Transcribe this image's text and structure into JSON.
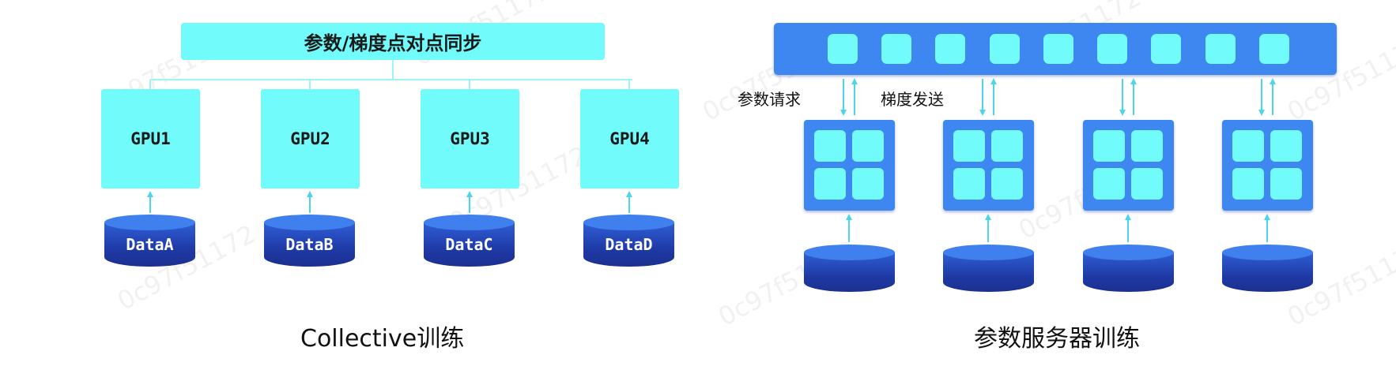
{
  "watermark": "0c97f51172",
  "collective": {
    "sync_label": "参数/梯度点对点同步",
    "gpus": [
      "GPU1",
      "GPU2",
      "GPU3",
      "GPU4"
    ],
    "data": [
      "DataA",
      "DataB",
      "DataC",
      "DataD"
    ],
    "caption": "Collective训练"
  },
  "parameter_server": {
    "param_request_label": "参数请求",
    "gradient_send_label": "梯度发送",
    "server_slot_count": 9,
    "worker_count": 4,
    "caption": "参数服务器训练"
  },
  "colors": {
    "cyan": "#72fbfb",
    "blue": "#3e86f0",
    "db_dark": "#1b2f8f",
    "arrow": "#4ad8e8"
  }
}
